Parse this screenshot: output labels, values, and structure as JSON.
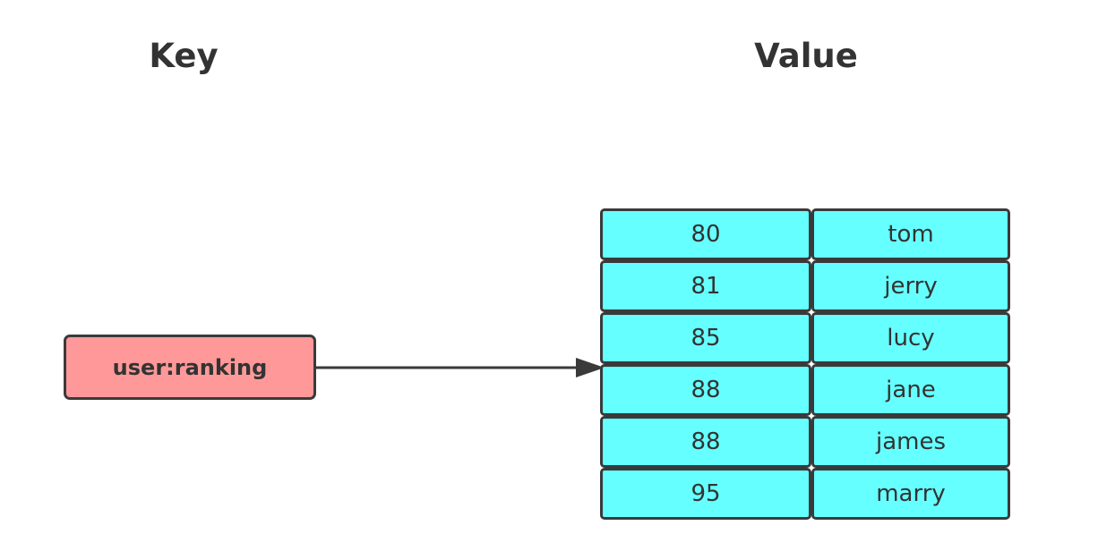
{
  "headings": {
    "key": "Key",
    "value": "Value"
  },
  "key_name": "user:ranking",
  "colors": {
    "key_fill": "#ff9999",
    "value_fill": "#66ffff",
    "border": "#3a3a3a",
    "text": "#333333"
  },
  "sorted_set": [
    {
      "score": "80",
      "member": "tom"
    },
    {
      "score": "81",
      "member": "jerry"
    },
    {
      "score": "85",
      "member": "lucy"
    },
    {
      "score": "88",
      "member": "jane"
    },
    {
      "score": "88",
      "member": "james"
    },
    {
      "score": "95",
      "member": "marry"
    }
  ]
}
